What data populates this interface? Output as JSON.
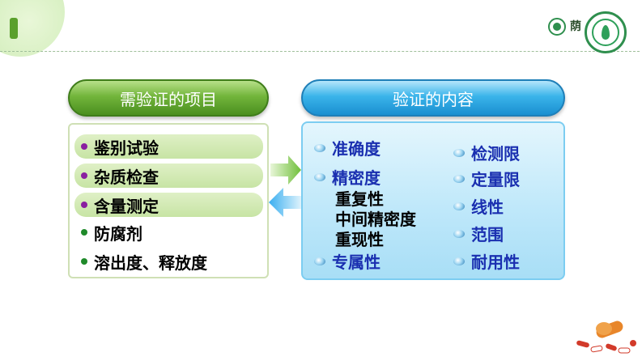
{
  "header_left": "需验证的项目",
  "header_right": "验证的内容",
  "logo_char": "荫",
  "left_items": [
    {
      "label": "鉴别试验",
      "bullet": "purple",
      "highlighted": true
    },
    {
      "label": "杂质检查",
      "bullet": "purple",
      "highlighted": true
    },
    {
      "label": "含量测定",
      "bullet": "purple",
      "highlighted": true
    },
    {
      "label": "防腐剂",
      "bullet": "green",
      "highlighted": false
    },
    {
      "label": "溶出度、释放度",
      "bullet": "green",
      "highlighted": false
    }
  ],
  "right_col1": {
    "accuracy": "准确度",
    "precision": "精密度",
    "repeatability": "重复性",
    "intermediate_precision": "中间精密度",
    "reproducibility": "重现性",
    "specificity": "专属性"
  },
  "right_col2": {
    "detection_limit": "检测限",
    "quantitation_limit": "定量限",
    "linearity": "线性",
    "range": "范围",
    "robustness": "耐用性"
  },
  "colors": {
    "green_header": "#5aa02c",
    "blue_header": "#1a8fd0",
    "blue_text": "#1a2fb0",
    "purple_bullet": "#8a1fa0",
    "green_bullet": "#1f8a2a"
  }
}
